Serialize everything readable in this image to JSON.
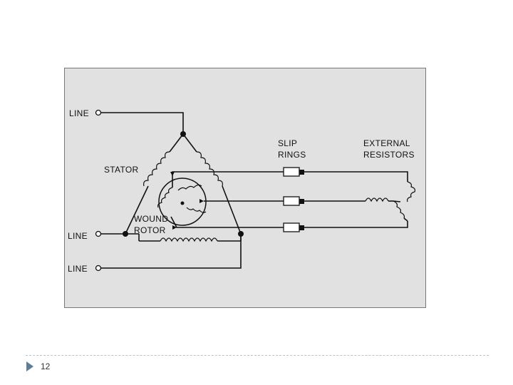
{
  "diagram": {
    "labels": {
      "line_top": "LINE",
      "line_mid": "LINE",
      "line_bottom": "LINE",
      "stator": "STATOR",
      "wound_rotor_1": "WOUND",
      "wound_rotor_2": "ROTOR",
      "slip_rings_1": "SLIP",
      "slip_rings_2": "RINGS",
      "external_resistors_1": "EXTERNAL",
      "external_resistors_2": "RESISTORS"
    }
  },
  "footer": {
    "page_number": "12"
  },
  "colors": {
    "diagram_background": "#e1e1e1",
    "line_color": "#111111",
    "footer_accent": "#5c7f95"
  }
}
